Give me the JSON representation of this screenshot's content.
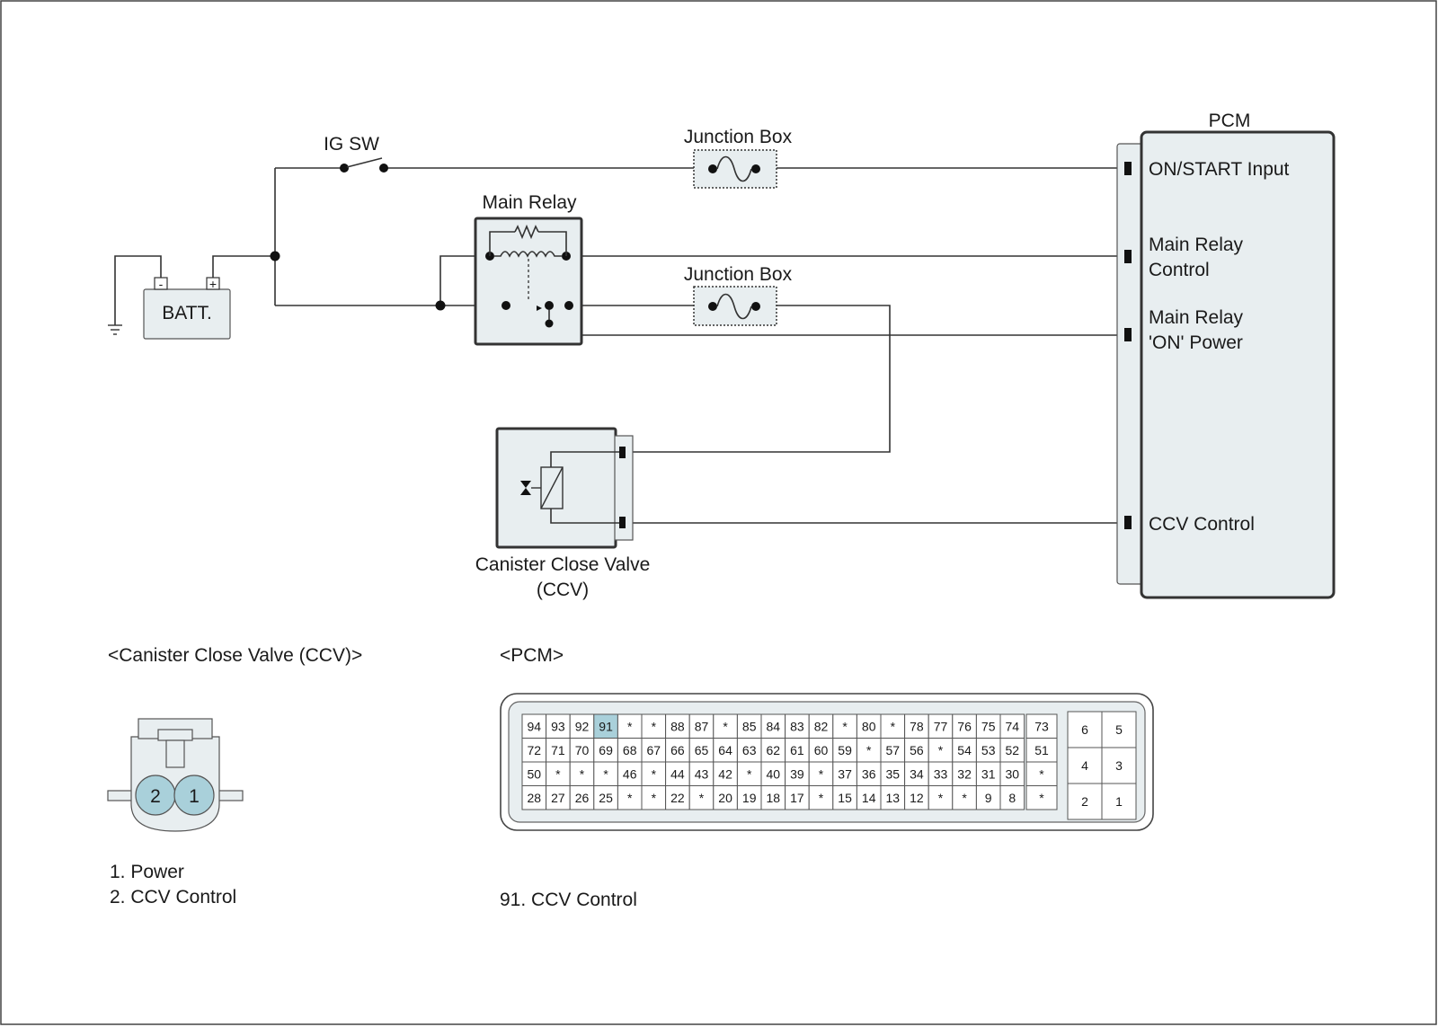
{
  "labels": {
    "ig_sw": "IG SW",
    "junction_box_1": "Junction Box",
    "junction_box_2": "Junction Box",
    "main_relay": "Main Relay",
    "batt": "BATT.",
    "batt_minus": "-",
    "batt_plus": "+",
    "pcm": "PCM",
    "ccv_title_line1": "Canister Close Valve",
    "ccv_title_line2": "(CCV)"
  },
  "pcm_terminals": {
    "on_start": "ON/START Input",
    "main_relay_control_1": "Main Relay",
    "main_relay_control_2": "Control",
    "main_relay_power_1": "Main Relay",
    "main_relay_power_2": "'ON' Power",
    "ccv_control": "CCV Control"
  },
  "ccv_connector": {
    "title": "<Canister Close Valve (CCV)>",
    "pins": [
      "2",
      "1"
    ],
    "legend": [
      "1. Power",
      "2. CCV Control"
    ]
  },
  "pcm_connector": {
    "title": "<PCM>",
    "main_rows": [
      [
        "94",
        "93",
        "92",
        "91",
        "*",
        "*",
        "88",
        "87",
        "*",
        "85",
        "84",
        "83",
        "82",
        "*",
        "80",
        "*",
        "78",
        "77",
        "76",
        "75",
        "74"
      ],
      [
        "72",
        "71",
        "70",
        "69",
        "68",
        "67",
        "66",
        "65",
        "64",
        "63",
        "62",
        "61",
        "60",
        "59",
        "*",
        "57",
        "56",
        "*",
        "54",
        "53",
        "52"
      ],
      [
        "50",
        "*",
        "*",
        "*",
        "46",
        "*",
        "44",
        "43",
        "42",
        "*",
        "40",
        "39",
        "*",
        "37",
        "36",
        "35",
        "34",
        "33",
        "32",
        "31",
        "30"
      ],
      [
        "28",
        "27",
        "26",
        "25",
        "*",
        "*",
        "22",
        "*",
        "20",
        "19",
        "18",
        "17",
        "*",
        "15",
        "14",
        "13",
        "12",
        "*",
        "*",
        "9",
        "8"
      ]
    ],
    "side_column": [
      "73",
      "51",
      "*",
      "*"
    ],
    "small_block": [
      [
        "6",
        "5"
      ],
      [
        "4",
        "3"
      ],
      [
        "2",
        "1"
      ]
    ],
    "highlight_pin": "91",
    "highlight_color": "#a9d0da",
    "legend": "91. CCV Control"
  },
  "colors": {
    "component_fill": "#e8eef0",
    "pin_highlight": "#a9d0da"
  }
}
